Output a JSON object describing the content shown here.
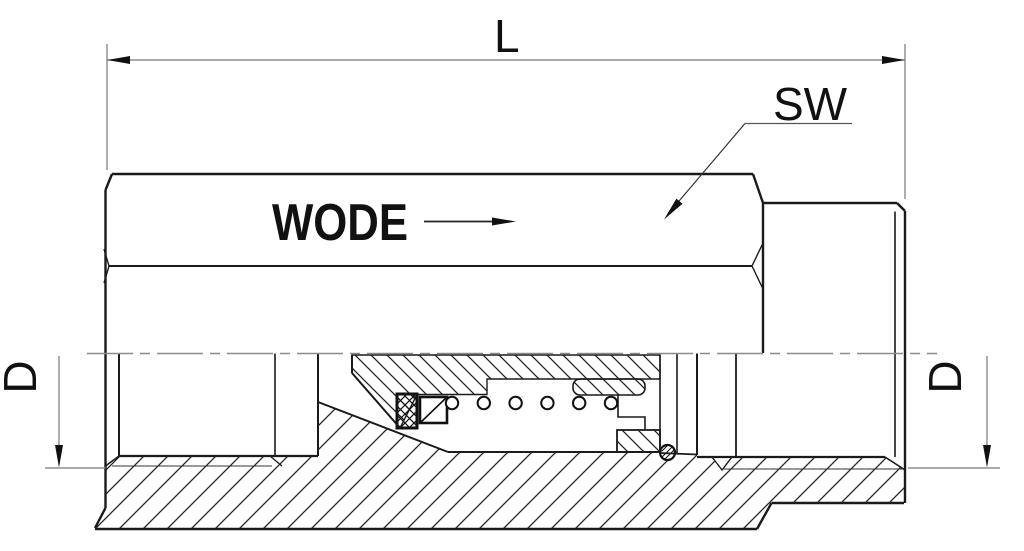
{
  "drawing": {
    "labels": {
      "length": "L",
      "wrench_size": "SW",
      "brand": "WODE",
      "diameter_left": "D",
      "diameter_right": "D"
    },
    "colors": {
      "outline": "#1a1a1a",
      "thin_line": "#333333",
      "dimension": "#777777",
      "centerline": "#8a8a8a",
      "background": "#ffffff"
    },
    "spring": {
      "coil_count": 6
    }
  }
}
